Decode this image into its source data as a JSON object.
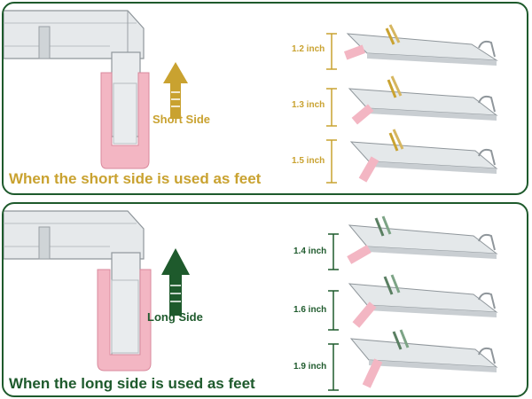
{
  "colors": {
    "gold": "#c9a230",
    "green": "#1e5a2c",
    "pink": "#f3b6c3",
    "acrylic": "#dfe3e6"
  },
  "top_panel": {
    "caption": "When the short side is used as feet",
    "side_label": "Short Side",
    "measurements": [
      "1.2 inch",
      "1.3 inch",
      "1.5 inch"
    ]
  },
  "bottom_panel": {
    "caption": "When the long side is used as feet",
    "side_label": "Long Side",
    "measurements": [
      "1.4 inch",
      "1.6 inch",
      "1.9 inch"
    ]
  }
}
